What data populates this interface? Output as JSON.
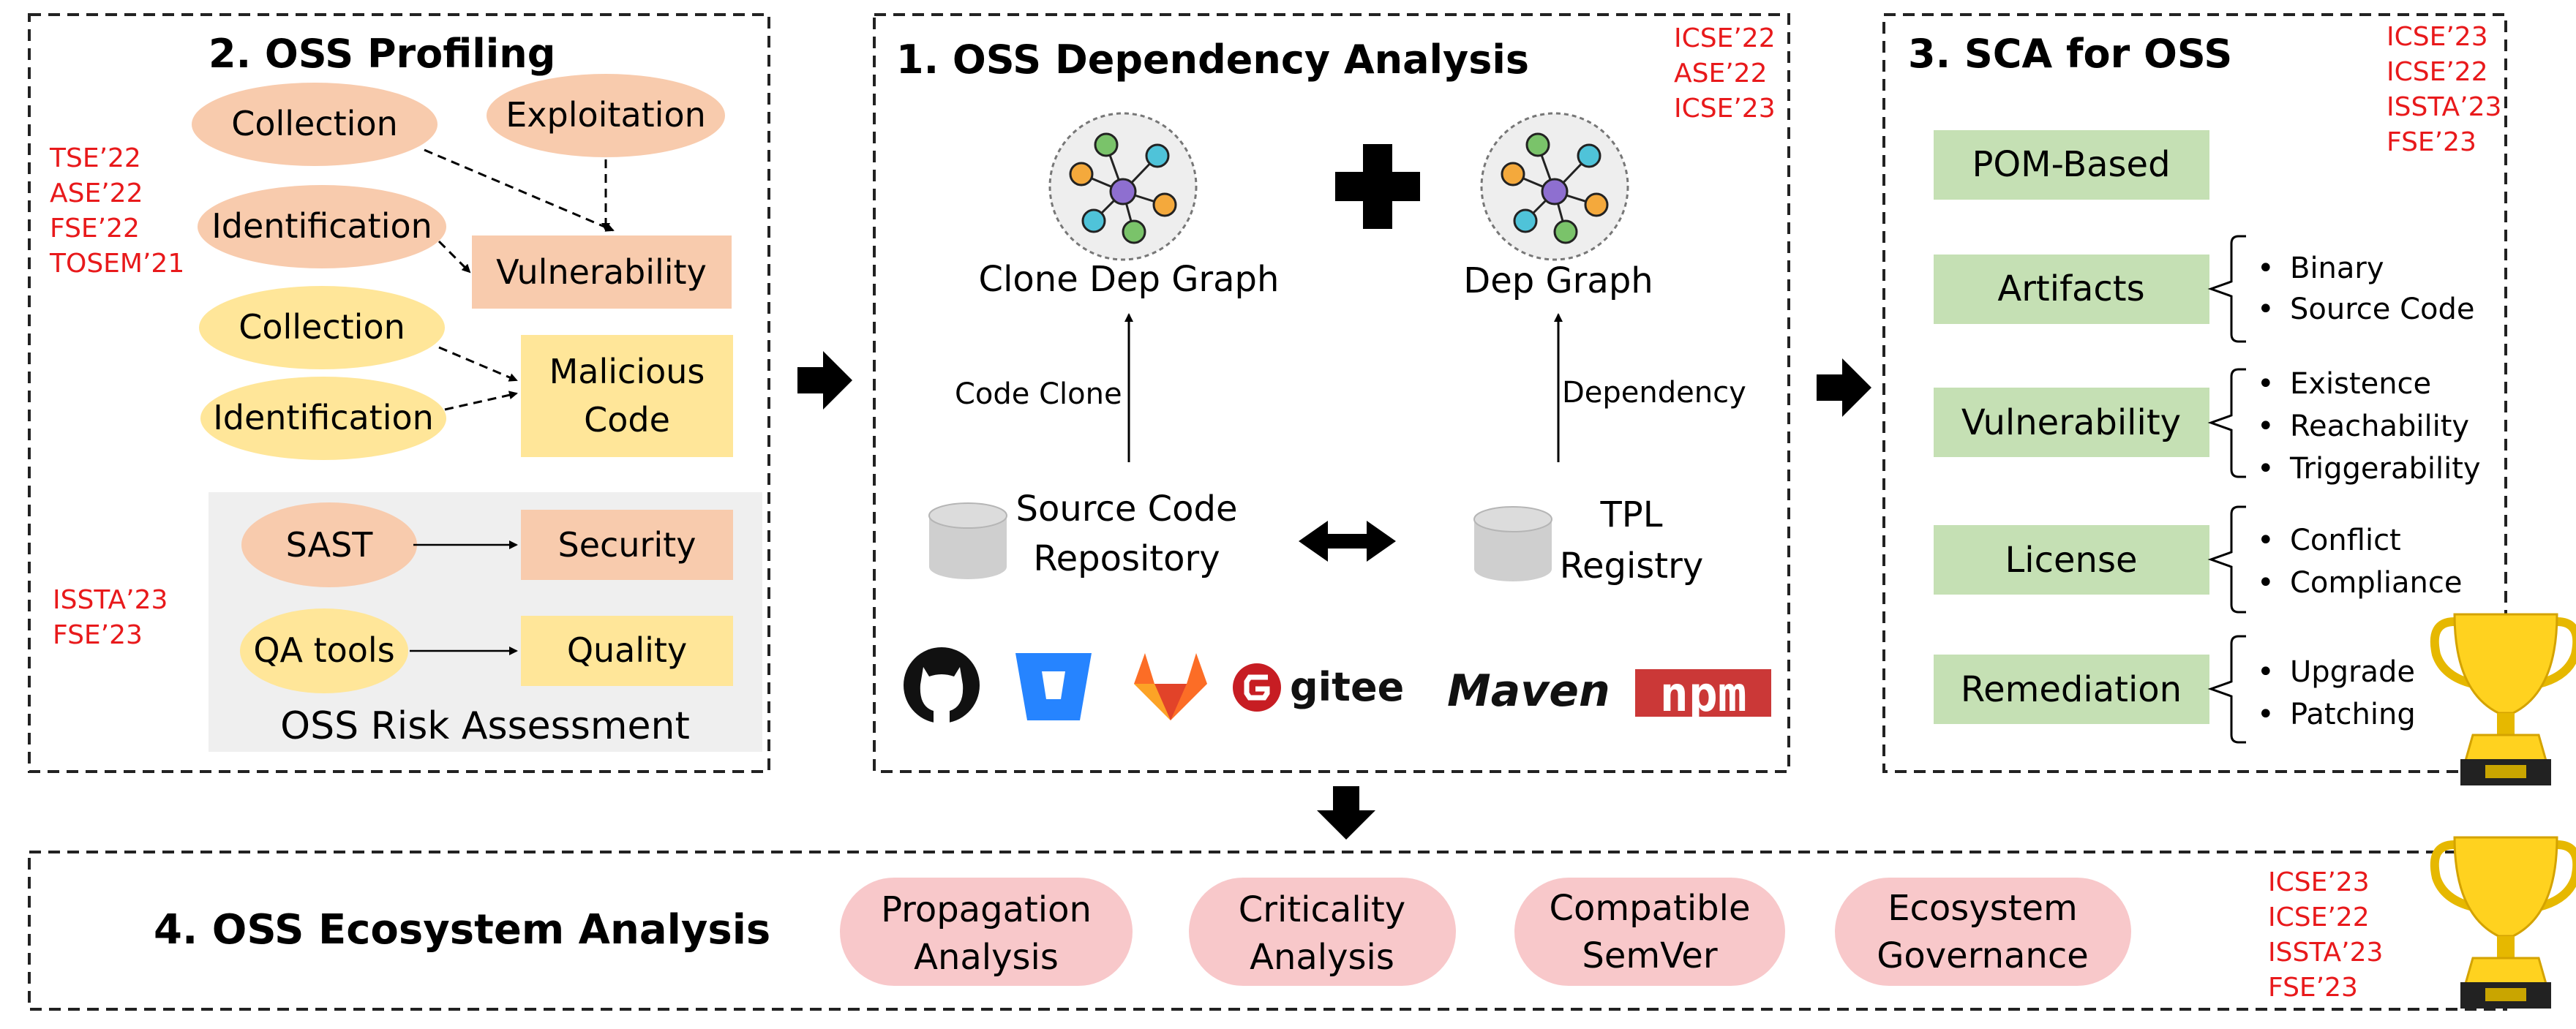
{
  "colors": {
    "orange": "#f8cbad",
    "yellow": "#ffe699",
    "green": "#c5e0b4",
    "pink": "#f8c8ca",
    "gray_panel": "#efefef",
    "ref_red": "#e8191b"
  },
  "profiling": {
    "title": "2. OSS Profiling",
    "collection_top": "Collection",
    "exploitation": "Exploitation",
    "identification_top": "Identification",
    "vulnerability": "Vulnerability",
    "collection_bottom": "Collection",
    "identification_bottom": "Identification",
    "malicious_1": "Malicious",
    "malicious_2": "Code",
    "refs_top": [
      "TSE’22",
      "ASE’22",
      "FSE’22",
      "TOSEM’21"
    ],
    "sast": "SAST",
    "security": "Security",
    "qa_tools": "QA tools",
    "quality": "Quality",
    "risk_label": "OSS Risk Assessment",
    "refs_bottom": [
      "ISSTA’23",
      "FSE’23"
    ]
  },
  "dependency": {
    "title": "1. OSS Dependency Analysis",
    "refs": [
      "ICSE’22",
      "ASE’22",
      "ICSE’23"
    ],
    "clone_graph": "Clone Dep Graph",
    "dep_graph": "Dep Graph",
    "code_clone": "Code Clone",
    "dependency": "Dependency",
    "source_1": "Source Code",
    "source_2": "Repository",
    "tpl_1": "TPL",
    "tpl_2": "Registry",
    "logos": [
      "github-logo",
      "bitbucket-logo",
      "gitlab-logo",
      "gitee",
      "Maven",
      "npm"
    ]
  },
  "sca": {
    "title": "3. SCA for OSS",
    "refs": [
      "ICSE’23",
      "ICSE’22",
      "ISSTA’23",
      "FSE’23"
    ],
    "items": [
      {
        "label": "POM-Based",
        "bullets": []
      },
      {
        "label": "Artifacts",
        "bullets": [
          "Binary",
          "Source Code"
        ]
      },
      {
        "label": "Vulnerability",
        "bullets": [
          "Existence",
          "Reachability",
          "Triggerability"
        ]
      },
      {
        "label": "License",
        "bullets": [
          "Conflict",
          "Compliance"
        ]
      },
      {
        "label": "Remediation",
        "bullets": [
          "Upgrade",
          "Patching"
        ]
      }
    ]
  },
  "ecosystem": {
    "title": "4. OSS Ecosystem Analysis",
    "items": [
      {
        "l1": "Propagation",
        "l2": "Analysis"
      },
      {
        "l1": "Criticality",
        "l2": "Analysis"
      },
      {
        "l1": "Compatible",
        "l2": "SemVer"
      },
      {
        "l1": "Ecosystem",
        "l2": "Governance"
      }
    ],
    "refs": [
      "ICSE’23",
      "ICSE’22",
      "ISSTA’23",
      "FSE’23"
    ]
  }
}
